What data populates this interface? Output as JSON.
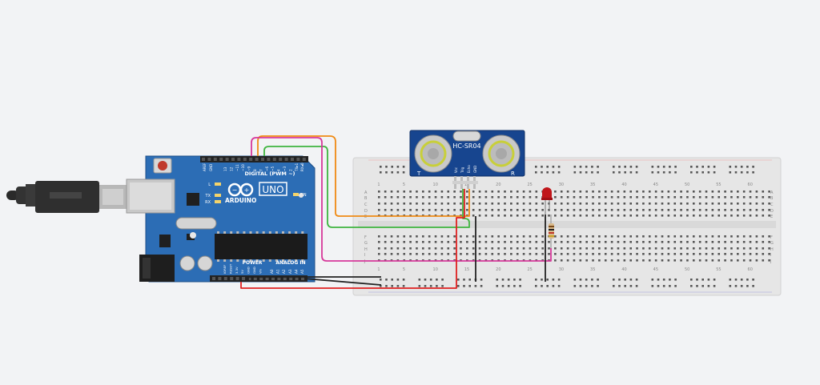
{
  "arduino": {
    "brand": "ARDUINO",
    "model": "UNO",
    "digital_header": "DIGITAL (PWM ~)",
    "power_header": "POWER",
    "analog_header": "ANALOG IN",
    "aref": "AREF",
    "gnd": "GND",
    "led_l": "L",
    "led_tx": "TX",
    "led_rx": "RX",
    "on_label": "ON",
    "digital_pins": [
      "13",
      "12",
      "~11",
      "~10",
      "~9",
      "8",
      "7",
      "~6",
      "~5",
      "4",
      "~3",
      "2",
      "TX▸1",
      "RX◂0"
    ],
    "power_pins": [
      "IOREF",
      "RESET",
      "3.3V",
      "5V",
      "GND",
      "GND",
      "Vin"
    ],
    "analog_pins": [
      "A0",
      "A1",
      "A2",
      "A3",
      "A4",
      "A5"
    ]
  },
  "sensor": {
    "name": "HC-SR04",
    "left_mark": "T",
    "right_mark": "R",
    "pins": [
      "Vcc",
      "Trig",
      "Echo",
      "GND"
    ]
  },
  "breadboard": {
    "column_numbers": [
      "1",
      "5",
      "10",
      "15",
      "20",
      "25",
      "30",
      "35",
      "40",
      "45",
      "50",
      "55",
      "60"
    ],
    "row_letters_top": [
      "A",
      "B",
      "C",
      "D",
      "E"
    ],
    "row_letters_bottom": [
      "F",
      "G",
      "H",
      "I",
      "J"
    ]
  },
  "colors": {
    "board": "#2c6db5",
    "breadboard": "#e6e6e6",
    "wire_red": "#e02020",
    "wire_black": "#222222",
    "wire_orange": "#f08a14",
    "wire_green": "#3fb53f",
    "wire_magenta": "#d6389a"
  }
}
